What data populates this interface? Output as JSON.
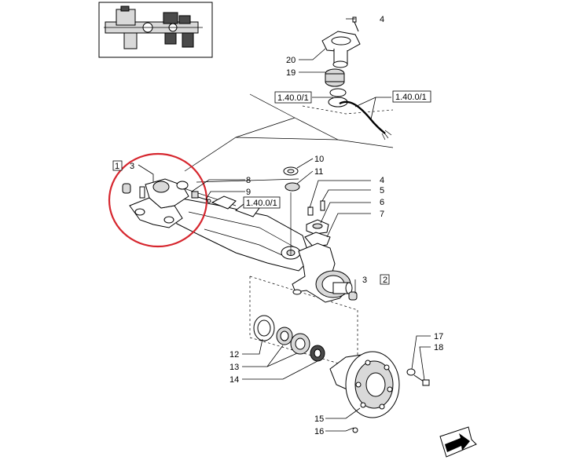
{
  "callouts": [
    {
      "id": "c1",
      "text": "1"
    },
    {
      "id": "c2",
      "text": "2"
    },
    {
      "id": "c3a",
      "text": "3"
    },
    {
      "id": "c3b",
      "text": "3"
    },
    {
      "id": "c4a",
      "text": "4"
    },
    {
      "id": "c4b",
      "text": "4"
    },
    {
      "id": "c5",
      "text": "5"
    },
    {
      "id": "c6",
      "text": "6"
    },
    {
      "id": "c7",
      "text": "7"
    },
    {
      "id": "c8",
      "text": "8"
    },
    {
      "id": "c9",
      "text": "9"
    },
    {
      "id": "c10",
      "text": "10"
    },
    {
      "id": "c11",
      "text": "11"
    },
    {
      "id": "c12",
      "text": "12"
    },
    {
      "id": "c13",
      "text": "13"
    },
    {
      "id": "c14",
      "text": "14"
    },
    {
      "id": "c15",
      "text": "15"
    },
    {
      "id": "c16",
      "text": "16"
    },
    {
      "id": "c17",
      "text": "17"
    },
    {
      "id": "c18",
      "text": "18"
    },
    {
      "id": "c19",
      "text": "19"
    },
    {
      "id": "c20",
      "text": "20"
    }
  ],
  "references": [
    {
      "id": "r1",
      "text": "1.40.0/1"
    },
    {
      "id": "r2",
      "text": "1.40.0/1"
    },
    {
      "id": "r3",
      "text": "1.40.0/1"
    }
  ],
  "highlight_color": "#d6262e"
}
